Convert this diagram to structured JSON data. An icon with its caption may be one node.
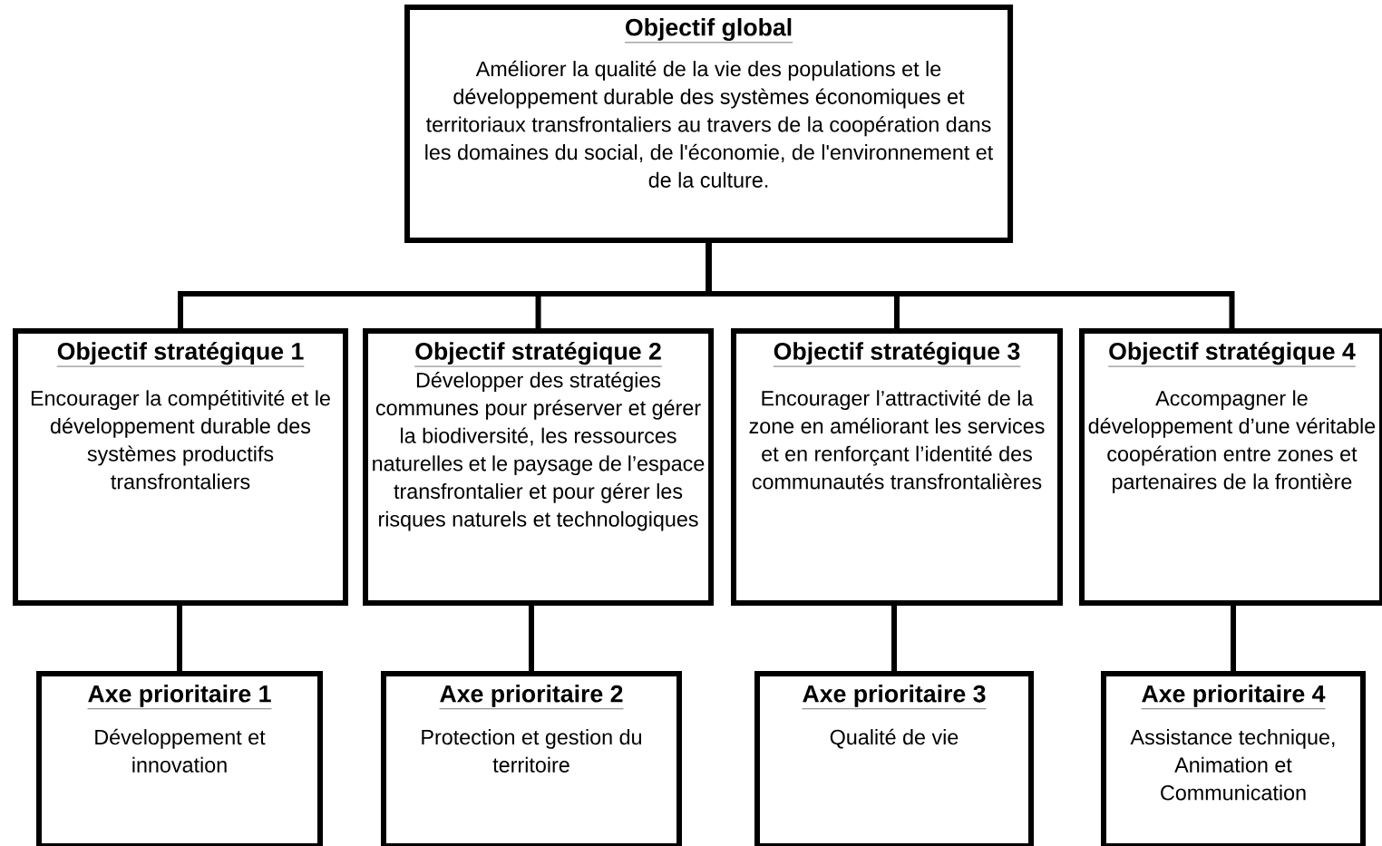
{
  "diagram": {
    "nodes": [
      {
        "text": [
          "Objectif global",
          "Améliorer la qualité de la vie des populations et le développement durable des systèmes économiques et territoriaux transfrontaliers au travers de la coopération dans les domaines du social, de l'économie, de l'environnement et de la culture."
        ]
      },
      {
        "text": [
          "Objectif stratégique 1",
          "Encourager la compétitivité et le développement durable des systèmes productifs transfrontaliers"
        ]
      },
      {
        "text": [
          "Objectif stratégique 2",
          "Développer des stratégies communes pour préserver et gérer la biodiversité, les ressources naturelles et le paysage de l’espace transfrontalier et pour gérer les risques naturels et technologiques"
        ]
      },
      {
        "text": [
          "Objectif stratégique 3",
          "Encourager l’attractivité de la zone en améliorant les services  et en renforçant l’identité des communautés transfrontalières"
        ]
      },
      {
        "text": [
          "Objectif stratégique 4",
          "Accompagner le développement d’une véritable coopération entre zones et partenaires de la frontière"
        ]
      },
      {
        "text": [
          "Axe prioritaire 1",
          "Développement et innovation"
        ]
      },
      {
        "text": [
          "Axe prioritaire 2",
          "Protection et gestion du territoire"
        ]
      },
      {
        "text": [
          "Axe prioritaire 3",
          "Qualité de vie"
        ]
      },
      {
        "text": [
          "Axe prioritaire 4",
          "Assistance technique, Animation  et Communication"
        ]
      }
    ],
    "edges": [
      {
        "from": 0,
        "to": 1,
        "arrow": "none"
      },
      {
        "from": 0,
        "to": 2,
        "arrow": "none"
      },
      {
        "from": 0,
        "to": 3,
        "arrow": "none"
      },
      {
        "from": 0,
        "to": 4,
        "arrow": "none"
      },
      {
        "from": 1,
        "to": 5,
        "arrow": "none"
      },
      {
        "from": 2,
        "to": 6,
        "arrow": "none"
      },
      {
        "from": 3,
        "to": 7,
        "arrow": "none"
      },
      {
        "from": 4,
        "to": 8,
        "arrow": "none"
      }
    ]
  }
}
